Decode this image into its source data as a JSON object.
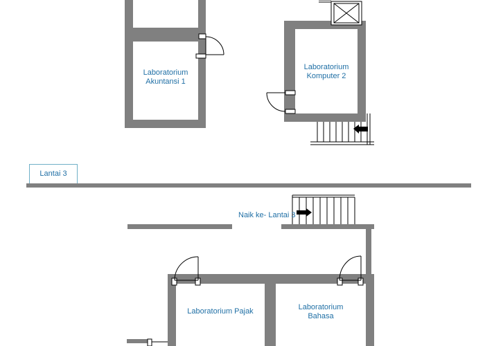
{
  "rooms": {
    "akuntansi_1": "Laboratorium\nAkuntansi 1",
    "komputer_2": "Laboratorium\nKomputer 2",
    "pajak": "Laboratorium Pajak",
    "bahasa": "Laboratorium\nBahasa"
  },
  "floor_tag": "Lantai 3",
  "stair_label": "Naik ke- Lantai 3",
  "colors": {
    "wall": "#808080",
    "text": "#1f6fa5",
    "tag_border": "#6fb0c7"
  }
}
